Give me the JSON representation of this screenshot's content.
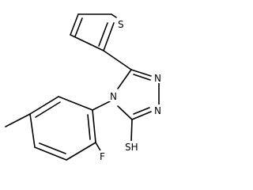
{
  "molecule": {
    "atom_labels": {
      "s_thiophene": "S",
      "n_ring_a": "N",
      "n_ring_b": "N",
      "n_ring_c": "N",
      "fluorine": "F",
      "thiol": "SH"
    },
    "colors": {
      "bond": "#000000",
      "text": "#000000",
      "background": "#ffffff"
    }
  }
}
